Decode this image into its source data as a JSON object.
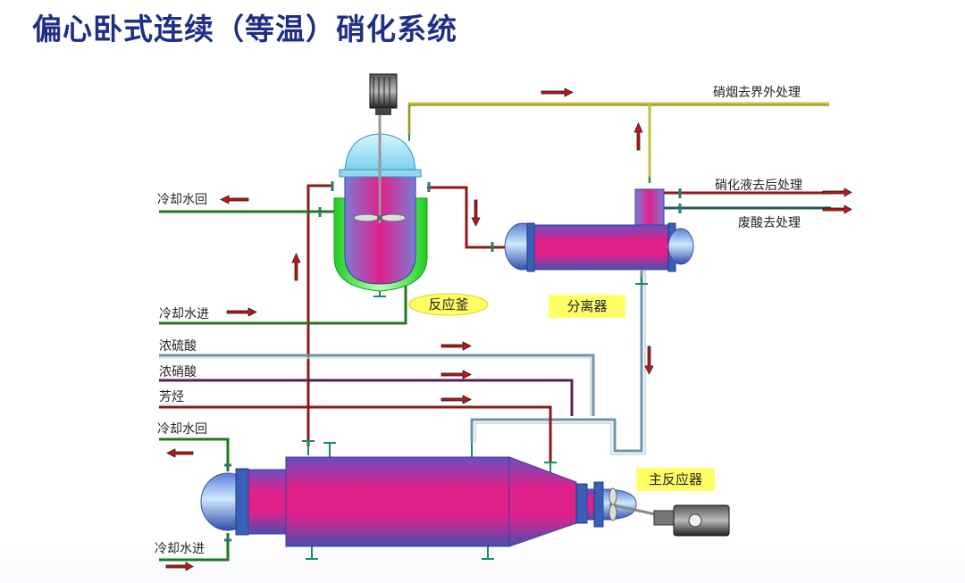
{
  "title": "偏心卧式连续（等温）硝化系统",
  "labels": {
    "nitro_smoke": "硝烟去界外处理",
    "nitro_liquid": "硝化液去后处理",
    "waste_acid": "废酸去处理",
    "cool_return_top": "冷却水回",
    "cool_in_top": "冷却水进",
    "conc_sulfuric": "浓硫酸",
    "conc_nitric": "浓硝酸",
    "aromatic": "芳烃",
    "cool_return_bottom": "冷却水回",
    "cool_in_bottom": "冷却水进",
    "reactor_tag": "反应釜",
    "separator_tag": "分离器",
    "main_reactor_tag": "主反应器"
  },
  "icons": [
    "motor-icon",
    "flow-arrow-icon",
    "stirrer-icon"
  ],
  "colors": {
    "title": "#1f2f86",
    "vessel_magenta": "#e0218a",
    "vessel_blue": "#3a5fb8",
    "jacket_green": "#33e033",
    "pipe_olive": "#c2c23a",
    "pipe_darkred": "#8b1a1a",
    "pipe_green": "#1f7a1f",
    "pipe_steel": "#6f93a8",
    "pipe_purple": "#5a1f5a",
    "tag_yellow": "#ffff66",
    "arrow_red": "#c01818"
  }
}
